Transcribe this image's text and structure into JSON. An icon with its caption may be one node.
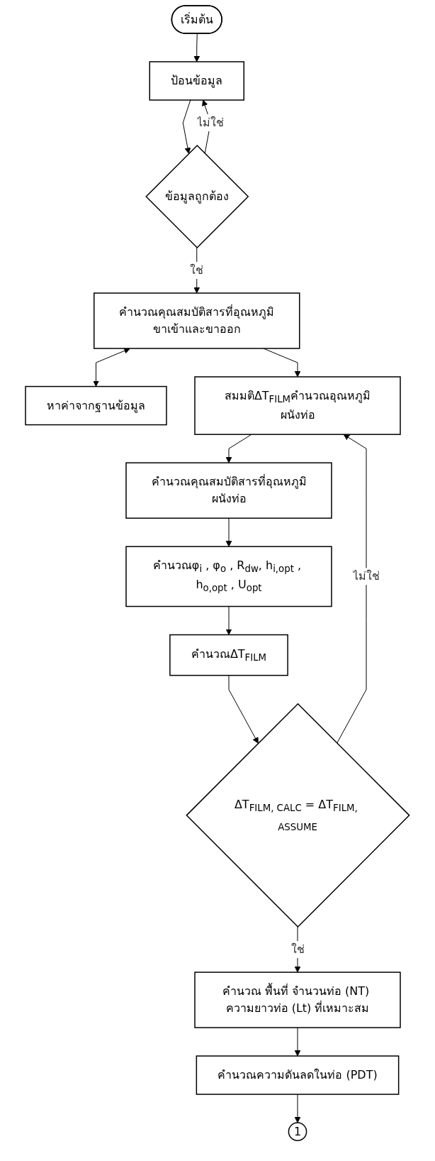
{
  "diagram": {
    "nodes": [
      {
        "text": [
          "เริ่มต้น"
        ]
      },
      {
        "text": [
          "ป้อนข้อมูล"
        ]
      },
      {
        "text": [
          "ข้อมูลถูกต้อง"
        ]
      },
      {
        "text": [
          "คำนวณคุณสมบัติสารที่อุณหภูมิขาเข้าและขาออก"
        ]
      },
      {
        "text": [
          "หาค่าจากฐานข้อมูล"
        ]
      },
      {
        "text": [
          "สมมติΔT$_{FILM}$คำนวณอุณหภูมิผนังท่อ"
        ]
      },
      {
        "text": [
          "คำนวณคุณสมบัติสารที่อุณหภูมิผนังท่อ"
        ]
      },
      {
        "text": [
          "คำนวณφ$_{i}$ , φ$_{o}$ , R$_{dw}$, h$_{i,opt}$ , h$_{o,opt}$ , U$_{opt}$"
        ]
      },
      {
        "text": [
          "คำนวณΔT$_{FILM}$"
        ]
      },
      {
        "text": [
          "ΔT$_{FILM, CALC}$ = ΔT$_{FILM, ASSUME}$"
        ]
      },
      {
        "text": [
          "คำนวณ พื้นที่ จำนวนท่อ (NT) ความยาวท่อ (Lt) ที่เหมาะสม"
        ]
      },
      {
        "text": [
          "คำนวณความดันลดในท่อ (PDT)"
        ]
      },
      {
        "text": [
          "1"
        ]
      }
    ],
    "edges": [
      {
        "from": 0,
        "to": 1,
        "arrow": "to"
      },
      {
        "from": 1,
        "to": 2,
        "arrow": "to"
      },
      {
        "from": 2,
        "to": 1,
        "arrow": "to",
        "label": "ไม่ใช่"
      },
      {
        "from": 2,
        "to": 3,
        "arrow": "to",
        "label": "ใช่"
      },
      {
        "from": 3,
        "to": 4,
        "arrow": "both"
      },
      {
        "from": 3,
        "to": 5,
        "arrow": "to"
      },
      {
        "from": 5,
        "to": 6,
        "arrow": "to"
      },
      {
        "from": 6,
        "to": 7,
        "arrow": "to"
      },
      {
        "from": 7,
        "to": 8,
        "arrow": "to"
      },
      {
        "from": 8,
        "to": 9,
        "arrow": "to"
      },
      {
        "from": 9,
        "to": 5,
        "arrow": "to",
        "label": "ไม่ใช่"
      },
      {
        "from": 9,
        "to": 10,
        "arrow": "to",
        "label": "ใช่"
      },
      {
        "from": 10,
        "to": 11,
        "arrow": "to"
      },
      {
        "from": 11,
        "to": 12,
        "arrow": "to"
      }
    ]
  }
}
